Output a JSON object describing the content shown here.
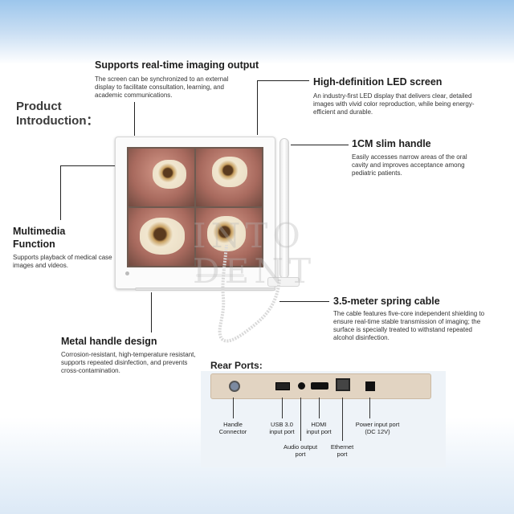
{
  "title": {
    "line1": "Product",
    "line2": "Introduction："
  },
  "features": {
    "realtime": {
      "heading": "Supports real-time imaging output",
      "desc": "The screen can be synchronized to an external display to facilitate consultation, learning, and academic communications."
    },
    "led": {
      "heading": "High-definition LED screen",
      "desc": "An industry-first LED display that delivers clear, detailed images with vivid color reproduction, while being energy-efficient and durable."
    },
    "slim": {
      "heading": "1CM slim handle",
      "desc": "Easily accesses narrow areas of the oral cavity and improves acceptance among pediatric patients."
    },
    "multimedia": {
      "heading1": "Multimedia",
      "heading2": "Function",
      "desc": "Supports playback of medical case images and videos."
    },
    "cable": {
      "heading": "3.5-meter spring cable",
      "desc": "The cable features five-core independent shielding to ensure real-time stable transmission of imaging; the surface is specially treated to withstand repeated alcohol disinfection."
    },
    "metal": {
      "heading": "Metal handle design",
      "desc": "Corrosion-resistant, high-temperature resistant, supports repeated disinfection, and prevents cross-contamination."
    }
  },
  "watermark": {
    "line1": "INTO",
    "line2": "DENT"
  },
  "rear": {
    "title": "Rear Ports:",
    "ports": {
      "handle": {
        "line1": "Handle",
        "line2": "Connector"
      },
      "usb": {
        "line1": "USB 3.0",
        "line2": "input port"
      },
      "audio": {
        "line1": "Audio output",
        "line2": "port"
      },
      "hdmi": {
        "line1": "HDMI",
        "line2": "input port"
      },
      "ethernet": {
        "line1": "Ethernet",
        "line2": "port"
      },
      "power": {
        "line1": "Power input port",
        "line2": "(DC 12V)"
      }
    }
  }
}
